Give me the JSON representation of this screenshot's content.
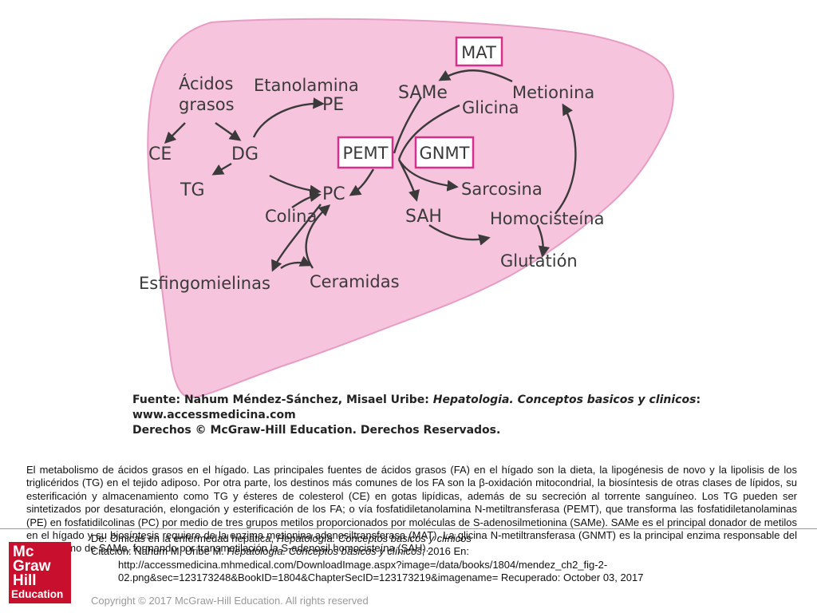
{
  "diagram": {
    "labels": {
      "acidos": "Ácidos",
      "grasos": "grasos",
      "etanolamina": "Etanolamina",
      "pe": "PE",
      "same": "SAMe",
      "mat": "MAT",
      "metionina": "Metionina",
      "glicina": "Glicina",
      "ce": "CE",
      "dg": "DG",
      "pemt": "PEMT",
      "gnmt": "GNMT",
      "tg": "TG",
      "pc": "PC",
      "sarcosina": "Sarcosina",
      "colina": "Colina",
      "sah": "SAH",
      "homocisteina": "Homocisteína",
      "glutation": "Glutatión",
      "esfingomielinas": "Esfingomielinas",
      "ceramidas": "Ceramidas"
    },
    "colors": {
      "liver_fill": "#f7c4de",
      "liver_stroke": "#e79cc4",
      "box_stroke": "#d7308a",
      "text": "#3a3a3a"
    }
  },
  "credits": {
    "source_prefix": "Fuente: Nahum Méndez-Sánchez, Misael Uribe: ",
    "source_title": "Hepatologia. Conceptos basicos y clinicos",
    "source_suffix": ":",
    "website": "www.accessmedicina.com",
    "rights": "Derechos © McGraw-Hill Education. Derechos Reservados."
  },
  "caption": "El metabolismo de ácidos grasos en el hígado. Las principales fuentes de ácidos grasos (FA) en el hígado son la dieta, la lipogénesis de novo y la lipolisis de los triglicéridos (TG) en el tejido adiposo. Por otra parte, los destinos más comunes de los FA son la β-oxidación mitocondrial, la biosíntesis de otras clases de lípidos, su esterificación y almacenamiento como TG y ésteres de colesterol (CE) en gotas lipídicas, además de su secreción al torrente sanguíneo. Los TG pueden ser sintetizados por desaturación, elongación y esterificación de los FA; o vía fosfatidiletanolamina N-metiltransferasa (PEMT), que transforma las fosfatidiletanolaminas (PE) en fosfatidilcolinas (PC) por medio de tres grupos metilos proporcionados por moléculas de S-adenosilmetionina (SAMe). SAMe es el principal donador de metilos en el hígado y su biosíntesis requiere de la enzima metionina adenosiltransferasa (MAT). La glicina N-metiltransferasa (GNMT) es la principal enzima responsable del catabolismo de SAMe, formando por transmetilación la S-adenosil homocisteína (SAH).",
  "citation": {
    "line1_prefix": "De: Ómicas en la enfermedad hepática, ",
    "line1_italic": "Hepatología. Conceptos básicos y clínicos",
    "line2_prefix": "Citación: Nahum M, Uribe M. ",
    "line2_italic": "Hepatología. Conceptos básicos y clínicos",
    "line2_suffix": "; 2016 En:",
    "line3": "http://accessmedicina.mhmedical.com/DownloadImage.aspx?image=/data/books/1804/mendez_ch2_fig-2-",
    "line4": "02.png&sec=123173248&BookID=1804&ChapterSecID=123173219&imagename= Recuperado: October 03, 2017"
  },
  "logo": {
    "line1": "Mc",
    "line2": "Graw",
    "line3": "Hill",
    "line4": "Education",
    "color": "#c8102e"
  },
  "copyright": "Copyright © 2017 McGraw-Hill Education. All rights reserved"
}
